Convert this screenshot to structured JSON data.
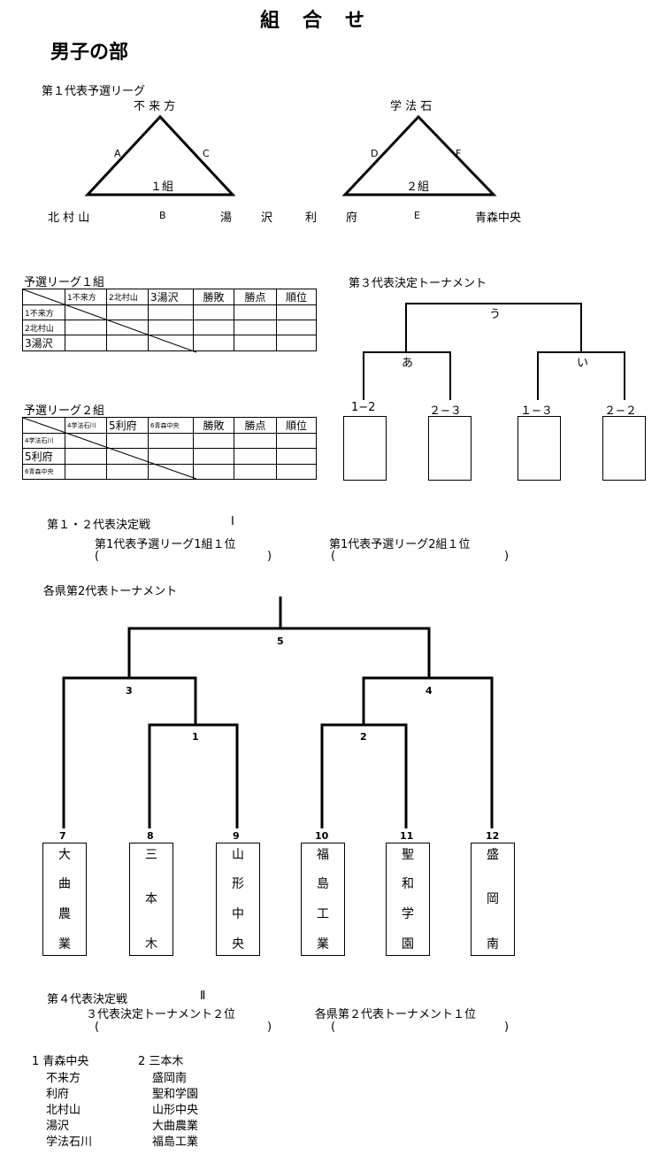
{
  "title": "組　合　せ",
  "section": "男子の部",
  "league1": {
    "heading": "第１代表予選リーグ",
    "g1": {
      "top": "不 来 方",
      "a": "A",
      "b": "B",
      "c": "C",
      "label": "１組",
      "left": "北 村 山",
      "right": "湯　沢"
    },
    "g2": {
      "top": "学 法 石",
      "d": "D",
      "e": "E",
      "f": "F",
      "label": "２組",
      "left": "利　府",
      "right": "青森中央"
    }
  },
  "table1": {
    "heading": "予選リーグ１組",
    "cols": [
      "1不来方",
      "2北村山",
      "3湯沢",
      "勝敗",
      "勝点",
      "順位"
    ],
    "rows": [
      "1不来方",
      "2北村山",
      "3湯沢"
    ]
  },
  "table2": {
    "heading": "予選リーグ２組",
    "cols": [
      "4学法石川",
      "5利府",
      "6青森中央",
      "勝敗",
      "勝点",
      "順位"
    ],
    "rows": [
      "4学法石川",
      "5利府",
      "6青森中央"
    ]
  },
  "t3": {
    "heading": "第３代表決定トーナメント",
    "u": "う",
    "a": "あ",
    "i": "い",
    "slots": [
      "1−2",
      "２−３",
      "１−３",
      "２−２"
    ]
  },
  "final12": {
    "heading": "第１・２代表決定戦",
    "roman": "Ⅰ",
    "left": "第1代表予選リーグ1組１位",
    "right": "第1代表予選リーグ2組１位",
    "paren_open": "(",
    "paren_close": ")"
  },
  "t2": {
    "heading": "各県第2代表トーナメント",
    "m5": "5",
    "m3": "3",
    "m4": "4",
    "m1": "1",
    "m2": "2",
    "teams": [
      {
        "num": "7",
        "chars": [
          "大",
          "曲",
          "農",
          "業"
        ]
      },
      {
        "num": "8",
        "chars": [
          "三",
          "本",
          "木"
        ]
      },
      {
        "num": "9",
        "chars": [
          "山",
          "形",
          "中",
          "央"
        ]
      },
      {
        "num": "10",
        "chars": [
          "福",
          "島",
          "工",
          "業"
        ]
      },
      {
        "num": "11",
        "chars": [
          "聖",
          "和",
          "学",
          "園"
        ]
      },
      {
        "num": "12",
        "chars": [
          "盛",
          "岡",
          "南"
        ]
      }
    ]
  },
  "final4": {
    "heading": "第４代表決定戦",
    "roman": "Ⅱ",
    "left": "３代表決定トーナメント２位",
    "right": "各県第２代表トーナメント１位",
    "paren_open": "(",
    "paren_close": ")"
  },
  "seeds": {
    "col1_head": "1 青森中央",
    "col1": [
      "不来方",
      "利府",
      "北村山",
      "湯沢",
      "学法石川"
    ],
    "col2_head": "2 三本木",
    "col2": [
      "盛岡南",
      "聖和学園",
      "山形中央",
      "大曲農業",
      "福島工業"
    ]
  }
}
